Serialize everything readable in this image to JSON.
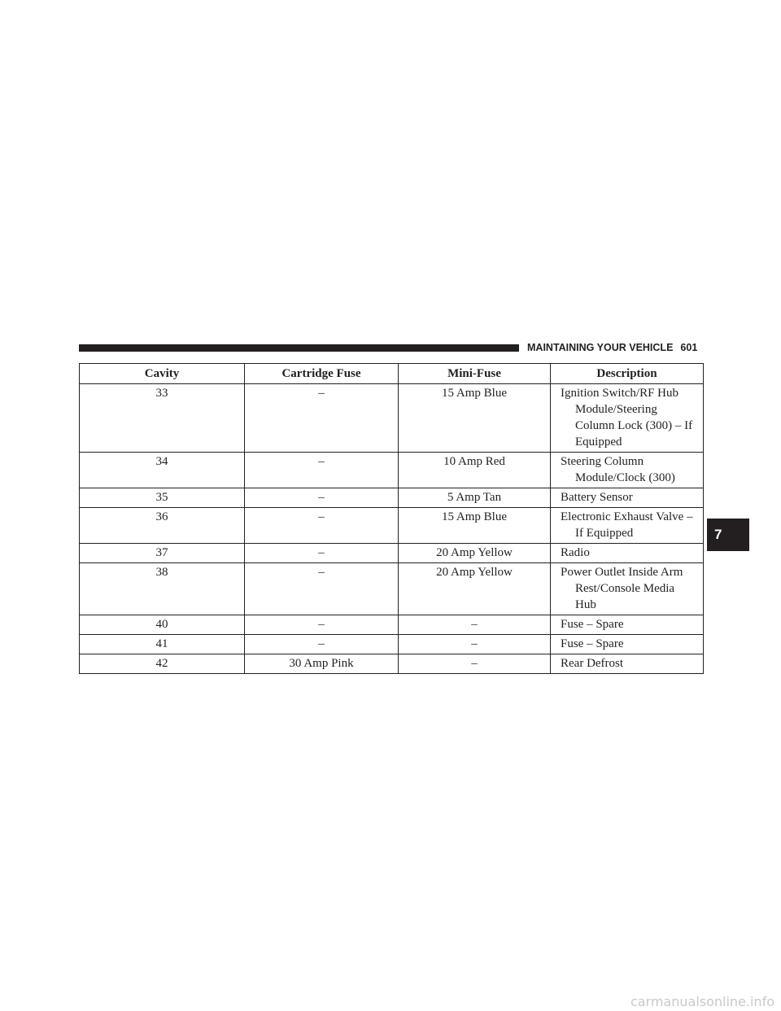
{
  "header": {
    "section_title": "MAINTAINING YOUR VEHICLE",
    "page_number": "601"
  },
  "table": {
    "columns": [
      "Cavity",
      "Cartridge Fuse",
      "Mini-Fuse",
      "Description"
    ],
    "rows": [
      {
        "cavity": "33",
        "cartridge": "–",
        "mini": "15 Amp Blue",
        "description": "Ignition Switch/RF Hub Module/Steering Column Lock (300) – If Equipped"
      },
      {
        "cavity": "34",
        "cartridge": "–",
        "mini": "10 Amp Red",
        "description": "Steering Column Module/Clock (300)"
      },
      {
        "cavity": "35",
        "cartridge": "–",
        "mini": "5 Amp Tan",
        "description": "Battery Sensor"
      },
      {
        "cavity": "36",
        "cartridge": "–",
        "mini": "15 Amp Blue",
        "description": "Electronic Exhaust Valve – If Equipped"
      },
      {
        "cavity": "37",
        "cartridge": "–",
        "mini": "20 Amp Yellow",
        "description": "Radio"
      },
      {
        "cavity": "38",
        "cartridge": "–",
        "mini": "20 Amp Yellow",
        "description": "Power Outlet Inside Arm Rest/Console Media Hub"
      },
      {
        "cavity": "40",
        "cartridge": "–",
        "mini": "–",
        "description": "Fuse – Spare"
      },
      {
        "cavity": "41",
        "cartridge": "–",
        "mini": "–",
        "description": "Fuse – Spare"
      },
      {
        "cavity": "42",
        "cartridge": "30 Amp Pink",
        "mini": "–",
        "description": "Rear Defrost"
      }
    ]
  },
  "chapter_tab": {
    "number": "7"
  },
  "watermark": {
    "text": "carmanualsonline.info"
  }
}
